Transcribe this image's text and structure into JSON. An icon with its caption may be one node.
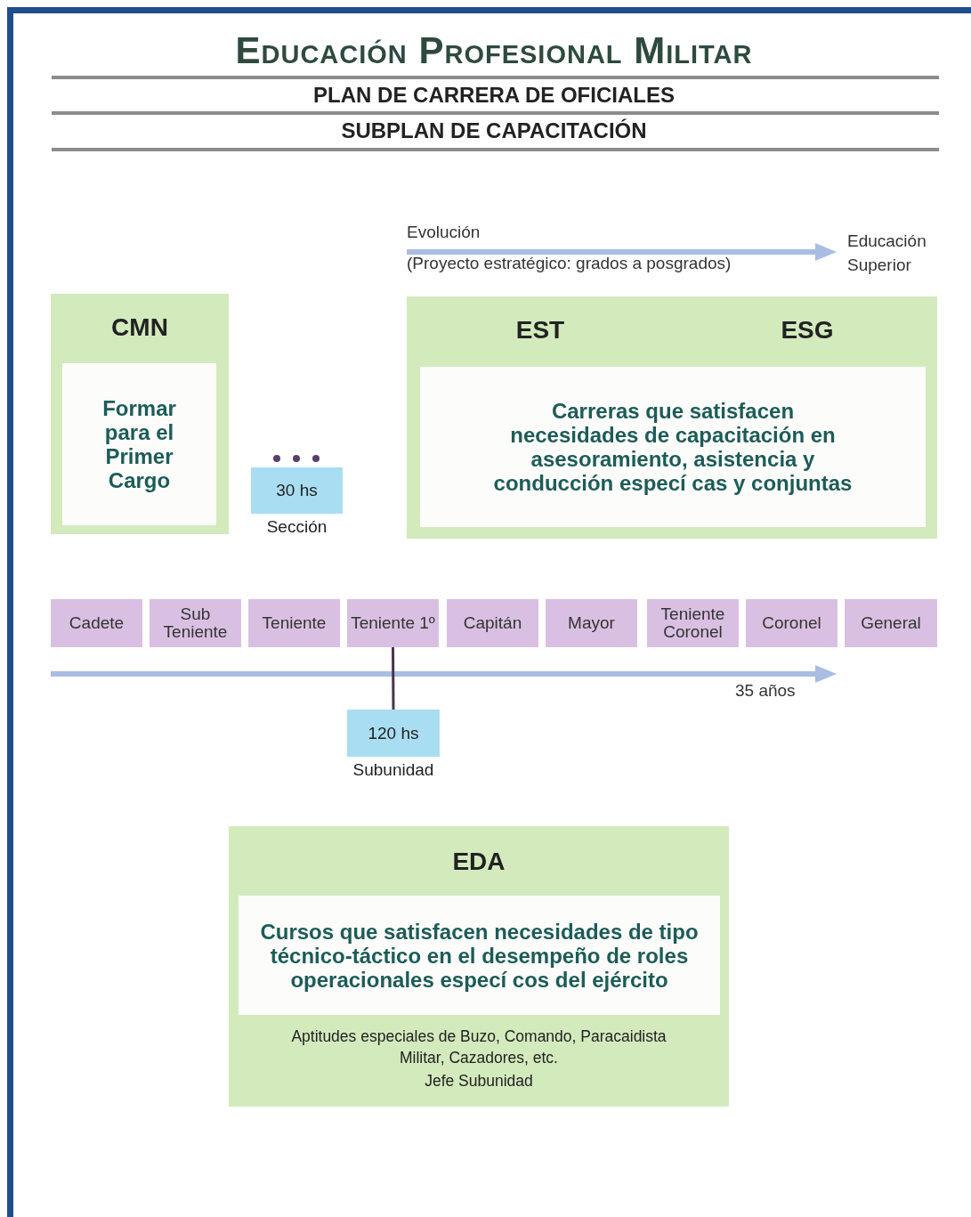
{
  "diagram": {
    "title": "Educación Profesional Militar",
    "nodes": [
      {
        "text": [
          "CMN"
        ]
      },
      {
        "text": [
          "Formar para el Primer Cargo"
        ],
        "in": 0
      },
      {
        "text": [
          "30 hs"
        ],
        "beside": [
          "Sección"
        ]
      },
      {
        "text": [
          "EST",
          "ESG"
        ]
      },
      {
        "text": [
          "Carreras que satisfacen necesidades de capacitación en asesoramiento, asistencia y conducción especí cas y conjuntas"
        ],
        "in": 3
      },
      {
        "text": [
          "Cadete"
        ]
      },
      {
        "text": [
          "Sub Teniente"
        ]
      },
      {
        "text": [
          "Teniente"
        ]
      },
      {
        "text": [
          "Teniente 1º"
        ]
      },
      {
        "text": [
          "Capitán"
        ]
      },
      {
        "text": [
          "Mayor"
        ]
      },
      {
        "text": [
          "Teniente Coronel"
        ]
      },
      {
        "text": [
          "Coronel"
        ]
      },
      {
        "text": [
          "General"
        ]
      },
      {
        "text": [
          "120 hs"
        ],
        "beside": [
          "Subunidad"
        ]
      },
      {
        "text": [
          "EDA",
          "Aptitudes especiales de Buzo, Comando, Paracaidista Militar, Cazadores, etc.",
          "Jefe Subunidad"
        ]
      },
      {
        "text": [
          "Cursos que satisfacen necesidades de tipo técnico-táctico en el desempeño de roles operacionales especí cos del ejército"
        ],
        "in": 15
      }
    ],
    "edges": [
      {
        "from": 8,
        "to": 14,
        "arrow": "none"
      }
    ],
    "labels": [
      "PLAN DE CARRERA DE OFICIALES",
      "SUBPLAN DE CAPACITACIÓN",
      "Evolución",
      "(Proyecto estratégico: grados a posgrados)",
      "Educación Superior",
      "35 años"
    ]
  }
}
